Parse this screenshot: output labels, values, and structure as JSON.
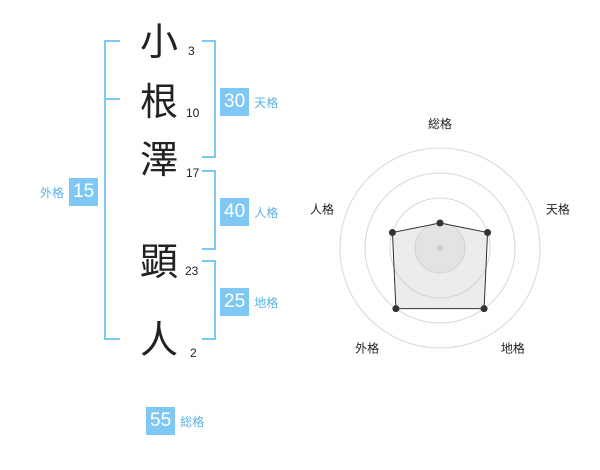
{
  "name": {
    "chars": [
      {
        "char": "小",
        "strokes": "3"
      },
      {
        "char": "根",
        "strokes": "10"
      },
      {
        "char": "澤",
        "strokes": "17"
      },
      {
        "char": "顕",
        "strokes": "23"
      },
      {
        "char": "人",
        "strokes": "2"
      }
    ]
  },
  "fortunes": {
    "tenkaku": {
      "value": "30",
      "label": "天格"
    },
    "jinkaku": {
      "value": "40",
      "label": "人格"
    },
    "chikaku": {
      "value": "25",
      "label": "地格"
    },
    "gaikaku": {
      "value": "15",
      "label": "外格"
    },
    "soukaku": {
      "value": "55",
      "label": "総格"
    }
  },
  "colors": {
    "accent": "#7fc8f3",
    "accent_text": "#5ab1e8"
  },
  "radar": {
    "axes": [
      "総格",
      "天格",
      "地格",
      "外格",
      "人格"
    ],
    "levels": 4,
    "values": [
      1,
      2,
      3,
      3,
      2
    ],
    "max": 4
  }
}
